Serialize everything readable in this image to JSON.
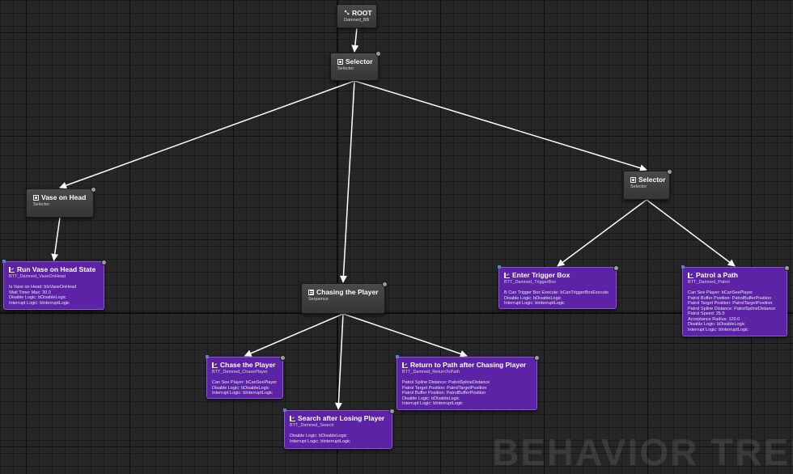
{
  "nodes": {
    "root": {
      "title": "ROOT",
      "subtitle": "Damned_BB",
      "icon": "root-icon"
    },
    "selector_main": {
      "title": "Selector",
      "subtitle": "Selector",
      "icon": "selector-icon"
    },
    "vase_on_head": {
      "title": "Vase on Head",
      "subtitle": "Selector",
      "icon": "selector-icon"
    },
    "run_vase": {
      "title": "Run Vase on Head State",
      "subtitle": "BTT_Damned_VaseOnHead",
      "icon": "task-icon",
      "props": [
        "Is Vase on Head: bIsVaseOnHead",
        "Wait Timer Max: 30.0",
        "Disable Logic: bDisableLogic",
        "Interrupt Logic: bInterruptLogic"
      ]
    },
    "chasing": {
      "title": "Chasing the Player",
      "subtitle": "Sequence",
      "icon": "sequence-icon"
    },
    "chase": {
      "title": "Chase the Player",
      "subtitle": "BTT_Damned_ChasePlayer",
      "icon": "task-icon",
      "props": [
        "Can See Player: bCanSeePlayer",
        "Disable Logic: bDisableLogic",
        "Interrupt Logic: bInterruptLogic"
      ]
    },
    "search": {
      "title": "Search after Losing Player",
      "subtitle": "BTT_Damned_Search",
      "icon": "task-icon",
      "props": [
        "Disable Logic: bDisableLogic",
        "Interrupt Logic: bInterruptLogic"
      ]
    },
    "return_path": {
      "title": "Return to Path after Chasing Player",
      "subtitle": "BTT_Damned_ReturnToPath",
      "icon": "task-icon",
      "props": [
        "Patrol Spline Distance: PatrolSplineDistance",
        "Patrol Target Position: PatrolTargetPosition",
        "Patrol Buffer Position: PatrolBufferPosition",
        "Disable Logic: bDisableLogic",
        "Interrupt Logic: bInterruptLogic"
      ]
    },
    "selector_right": {
      "title": "Selector",
      "subtitle": "Selector",
      "icon": "selector-icon"
    },
    "trigger_box": {
      "title": "Enter Trigger Box",
      "subtitle": "BTT_Damned_TriggerBox",
      "icon": "task-icon",
      "props": [
        "B Can Trigger Box Execute: bCanTriggerBoxExecute",
        "Disable Logic: bDisableLogic",
        "Interrupt Logic: bInterruptLogic"
      ]
    },
    "patrol": {
      "title": "Patrol a Path",
      "subtitle": "BTT_Damned_Patrol",
      "icon": "task-icon",
      "props": [
        "Can See Player: bCanSeePlayer",
        "Patrol Buffer Position: PatrolBufferPosition",
        "Patrol Target Position: PatrolTargetPosition",
        "Patrol Spline Distance: PatrolSplineDistance",
        "Patrol Speed: 25.0",
        "Acceptance Radius: 120.0",
        "Disable Logic: bDisableLogic",
        "Interrupt Logic: bInterruptLogic"
      ]
    }
  },
  "edges": [
    [
      "root",
      "selector_main"
    ],
    [
      "selector_main",
      "vase_on_head"
    ],
    [
      "selector_main",
      "chasing"
    ],
    [
      "selector_main",
      "selector_right"
    ],
    [
      "vase_on_head",
      "run_vase"
    ],
    [
      "chasing",
      "chase"
    ],
    [
      "chasing",
      "search"
    ],
    [
      "chasing",
      "return_path"
    ],
    [
      "selector_right",
      "trigger_box"
    ],
    [
      "selector_right",
      "patrol"
    ]
  ],
  "colors": {
    "background": "#262626",
    "composite_node": "#3f3f3f",
    "task_node": "#5d23a7",
    "task_border": "#8a55d6",
    "edge": "#ffffff"
  },
  "watermark": "BEHAVIOR TREE"
}
